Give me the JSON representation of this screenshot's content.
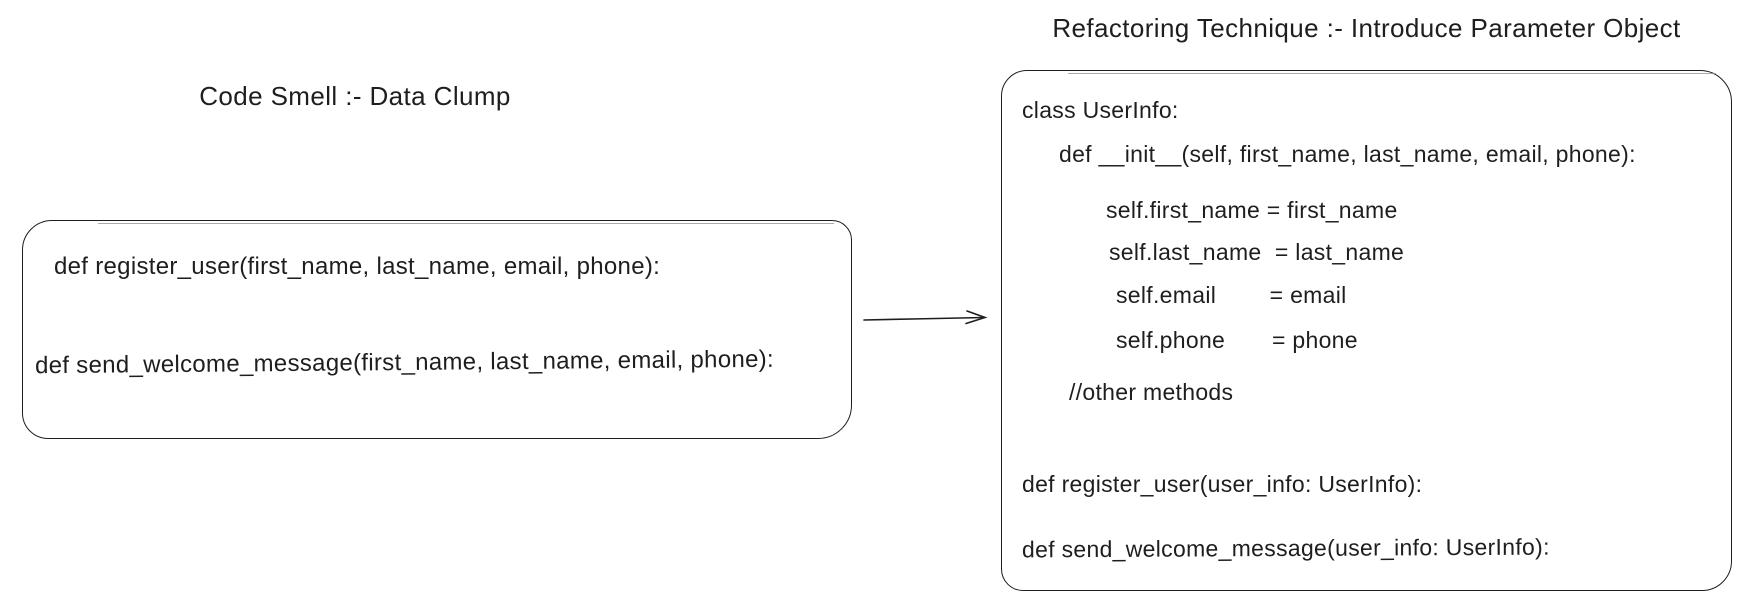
{
  "canvas": {
    "background": "#ffffff",
    "ink_color": "#1e1e1e"
  },
  "left": {
    "title": "Code Smell :- Data Clump",
    "code": {
      "register": "def register_user(first_name, last_name, email, phone):",
      "send_welcome": "def send_welcome_message(first_name, last_name, email, phone):"
    }
  },
  "arrow": {
    "icon": "arrow-right-icon"
  },
  "right": {
    "title": "Refactoring Technique :- Introduce Parameter Object",
    "code": {
      "class_decl": "class UserInfo:",
      "init": "def __init__(self, first_name, last_name, email, phone):",
      "assign_first": "self.first_name = first_name",
      "assign_last": "self.last_name  = last_name",
      "assign_email": "self.email        = email",
      "assign_phone": "self.phone       = phone",
      "comment": "//other methods",
      "register": "def register_user(user_info: UserInfo):",
      "send_welcome": "def send_welcome_message(user_info: UserInfo):"
    }
  }
}
